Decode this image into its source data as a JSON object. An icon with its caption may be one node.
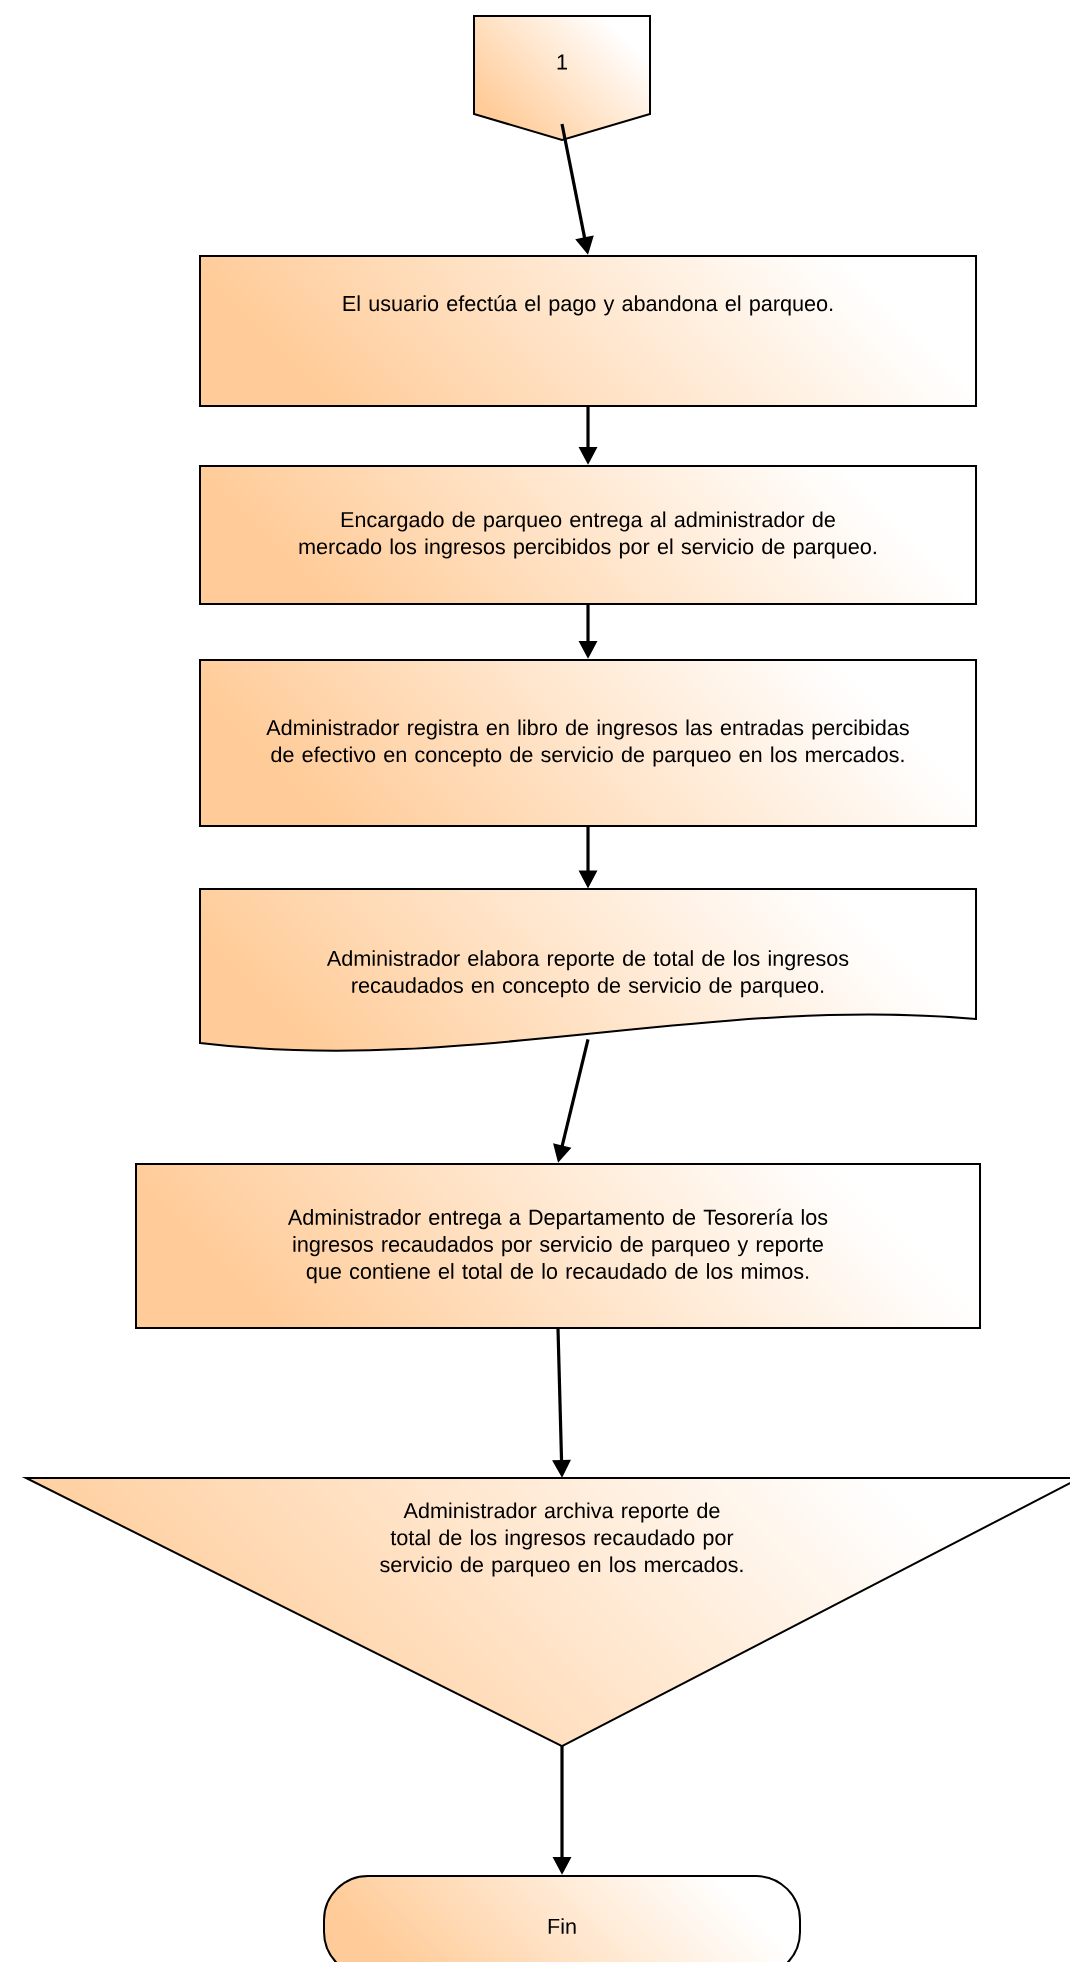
{
  "diagram": {
    "nodes": [
      {
        "text": [
          "1"
        ]
      },
      {
        "text": [
          "El usuario efectúa el pago y abandona el parqueo."
        ]
      },
      {
        "text": [
          "Encargado de parqueo entrega al administrador de mercado los ingresos percibidos por el servicio de parqueo."
        ]
      },
      {
        "text": [
          "Administrador registra en libro de ingresos las entradas percibidas de efectivo en concepto de servicio de parqueo en los mercados."
        ]
      },
      {
        "text": [
          "Administrador elabora reporte de total de los ingresos recaudados en concepto de servicio de parqueo."
        ]
      },
      {
        "text": [
          "Administrador entrega a Departamento de Tesorería los ingresos recaudados por servicio de parqueo y reporte que contiene el total de lo recaudado de los mimos."
        ]
      },
      {
        "text": [
          "Administrador archiva reporte de total de los ingresos recaudado por servicio de parqueo en los mercados."
        ]
      },
      {
        "text": [
          "Fin"
        ]
      }
    ],
    "edges": [
      {
        "from": 0,
        "to": 1,
        "arrow": "to"
      },
      {
        "from": 1,
        "to": 2,
        "arrow": "to"
      },
      {
        "from": 2,
        "to": 3,
        "arrow": "to"
      },
      {
        "from": 3,
        "to": 4,
        "arrow": "to"
      },
      {
        "from": 4,
        "to": 5,
        "arrow": "to"
      },
      {
        "from": 5,
        "to": 6,
        "arrow": "to"
      },
      {
        "from": 6,
        "to": 7,
        "arrow": "to"
      }
    ]
  }
}
